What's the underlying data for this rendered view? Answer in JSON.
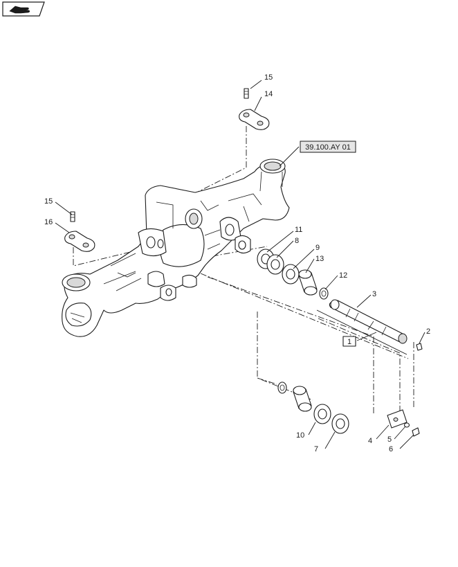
{
  "reference_link": {
    "label": "39.100.AY 01"
  },
  "assembly_box": {
    "label": "1"
  },
  "callouts": {
    "c15_top": "15",
    "c14": "14",
    "c15_left": "15",
    "c16": "16",
    "c11": "11",
    "c8": "8",
    "c9": "9",
    "c13": "13",
    "c12": "12",
    "c3": "3",
    "c2": "2",
    "c10": "10",
    "c7": "7",
    "c4": "4",
    "c5": "5",
    "c6": "6"
  },
  "icons": {
    "corner_tag": "hand-pointer-icon"
  },
  "colors": {
    "line": "#1a1a1a",
    "ref_fill": "#e6e6e6",
    "shade": "#d9d9d9"
  }
}
